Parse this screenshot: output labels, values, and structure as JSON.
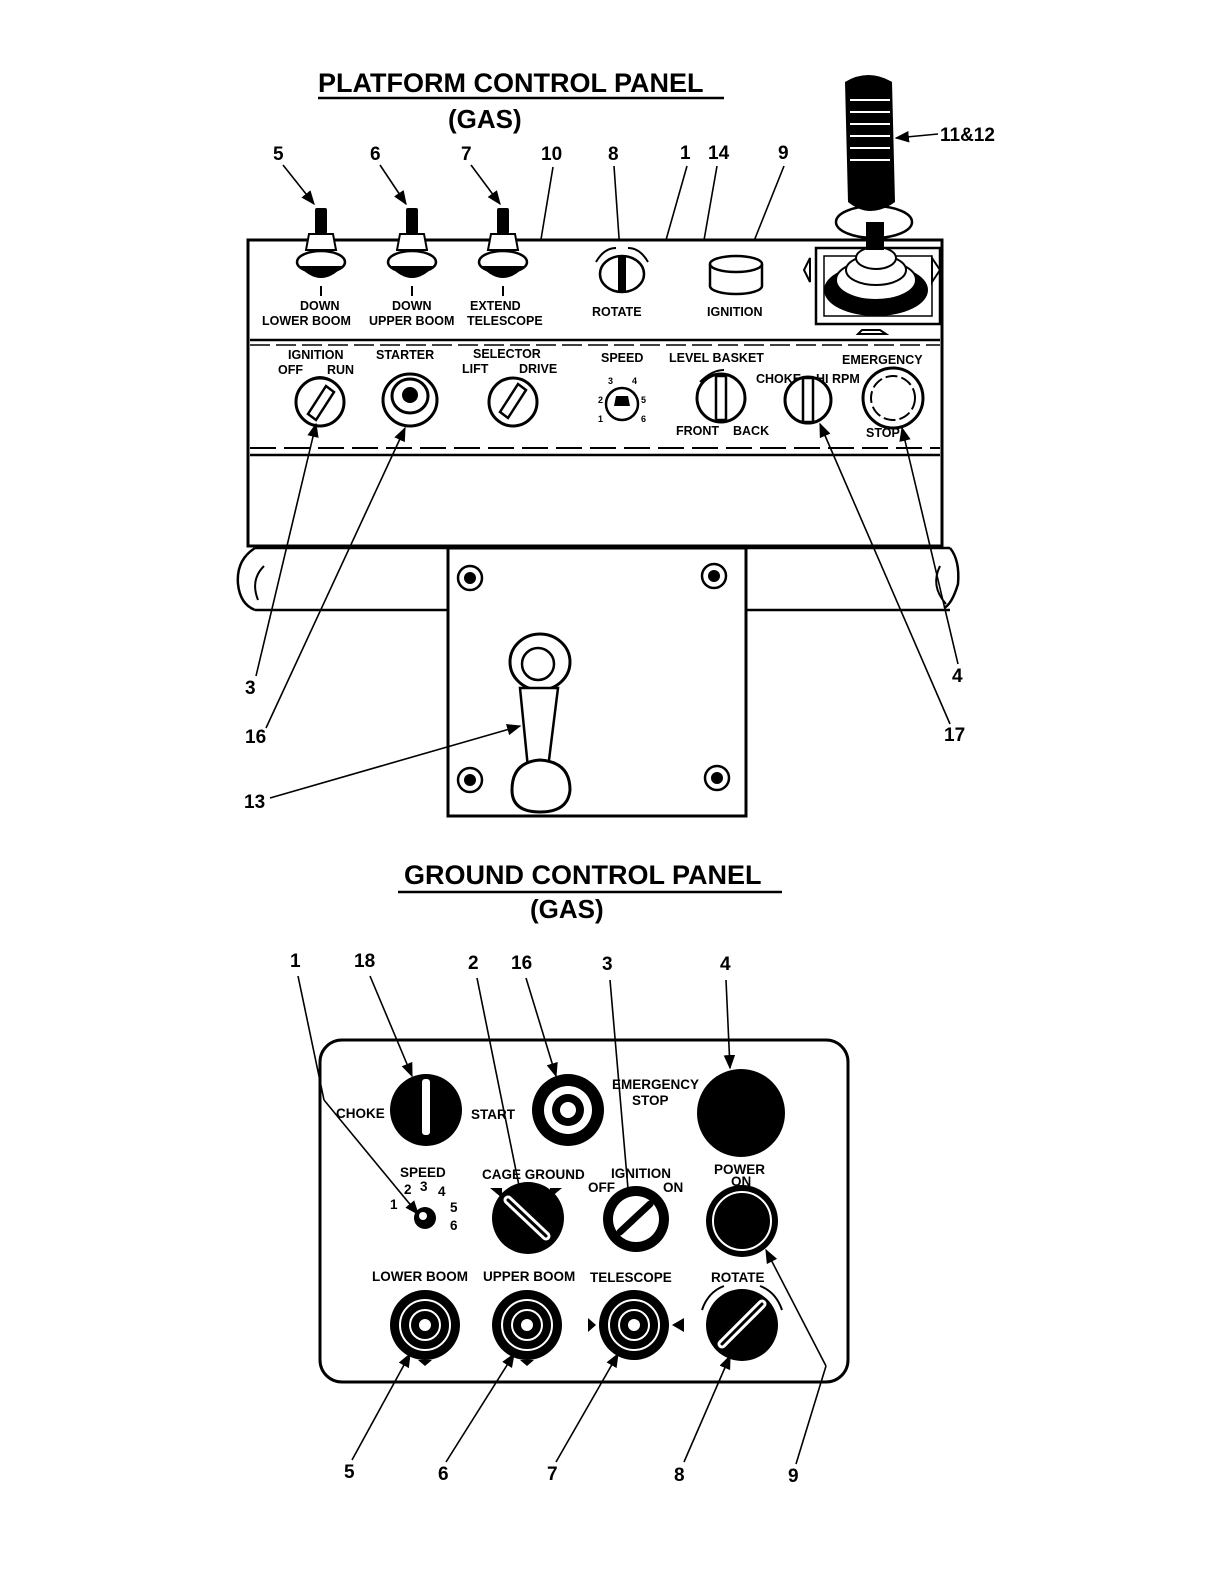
{
  "platform": {
    "title": "PLATFORM CONTROL PANEL",
    "subtitle": "(GAS)",
    "callouts": {
      "c5": "5",
      "c6": "6",
      "c7": "7",
      "c10": "10",
      "c8": "8",
      "c1": "1",
      "c14": "14",
      "c9": "9",
      "c11_12": "11&12",
      "c3": "3",
      "c16": "16",
      "c13": "13",
      "c4": "4",
      "c17": "17"
    },
    "labels": {
      "down1": "DOWN",
      "lower_boom": "LOWER BOOM",
      "down2": "DOWN",
      "upper_boom": "UPPER BOOM",
      "extend": "EXTEND",
      "telescope": "TELESCOPE",
      "rotate": "ROTATE",
      "ignition": "IGNITION",
      "ignition2": "IGNITION",
      "off": "OFF",
      "run": "RUN",
      "starter": "STARTER",
      "selector": "SELECTOR",
      "lift": "LIFT",
      "drive": "DRIVE",
      "speed": "SPEED",
      "level_basket": "LEVEL BASKET",
      "front": "FRONT",
      "back": "BACK",
      "choke": "CHOKE",
      "hi_rpm": "HI RPM",
      "emergency": "EMERGENCY",
      "stop": "STOP",
      "speed_1": "1",
      "speed_2": "2",
      "speed_3": "3",
      "speed_4": "4",
      "speed_5": "5",
      "speed_6": "6"
    }
  },
  "ground": {
    "title": "GROUND CONTROL PANEL",
    "subtitle": "(GAS)",
    "callouts_top": {
      "c1": "1",
      "c18": "18",
      "c2": "2",
      "c16": "16",
      "c3": "3",
      "c4": "4"
    },
    "callouts_bottom": {
      "c5": "5",
      "c6": "6",
      "c7": "7",
      "c8": "8",
      "c9": "9"
    },
    "labels": {
      "choke": "CHOKE",
      "start": "START",
      "emergency": "EMERGENCY",
      "stop": "STOP",
      "speed": "SPEED",
      "s1": "1",
      "s2": "2",
      "s3": "3",
      "s4": "4",
      "s5": "5",
      "s6": "6",
      "cage_ground": "CAGE GROUND",
      "ignition": "IGNITION",
      "off": "OFF",
      "on": "ON",
      "power": "POWER",
      "power_on": "ON",
      "lower_boom": "LOWER BOOM",
      "upper_boom": "UPPER BOOM",
      "telescope": "TELESCOPE",
      "rotate": "ROTATE"
    }
  }
}
